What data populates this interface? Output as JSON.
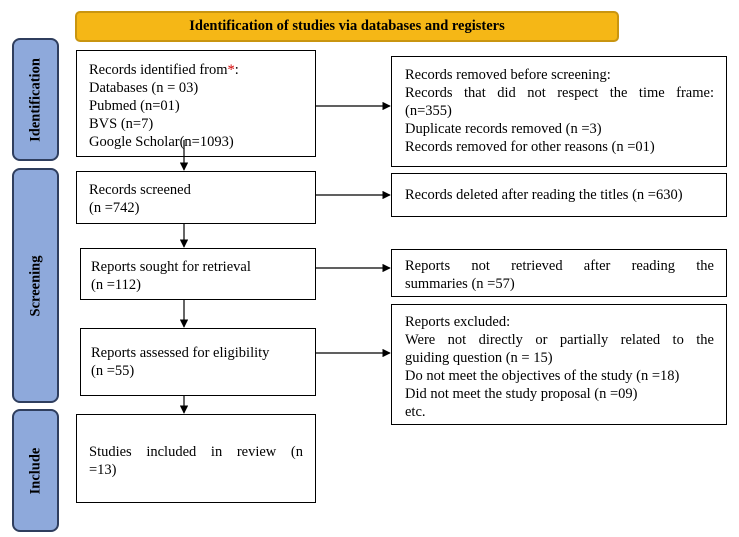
{
  "banner": "Identification of studies via databases and registers",
  "stages": {
    "identification": "Identification",
    "screening": "Screening",
    "include": "Include"
  },
  "identified": {
    "line1": "Records identified from",
    "asterisk": "*",
    "colon": ":",
    "databases": "Databases (n = 03)",
    "pubmed": "Pubmed (n=01)",
    "bvs": "BVS (n=7)",
    "scholar": "Google Scholar(n=1093)"
  },
  "removed": {
    "title": "Records removed before screening:",
    "time_frame_a": "Records that did not respect the time frame:",
    "time_frame_b": "(n=355)",
    "duplicates": "Duplicate records removed (n =3)",
    "other": "Records removed for other reasons (n =01)"
  },
  "screened": {
    "label": "Records screened",
    "count": "(n =742)"
  },
  "deleted": {
    "label": "Records deleted after reading the titles (n =630)"
  },
  "sought": {
    "label": "Reports sought for retrieval",
    "count": "(n =112)"
  },
  "not_retrieved": {
    "line1": "Reports not retrieved after reading the",
    "line2": "summaries (n =57)"
  },
  "assessed": {
    "label": "Reports assessed for eligibility",
    "count": "(n =55)"
  },
  "excluded": {
    "title": "Reports excluded:",
    "reason1a": "Were not directly or partially related to the",
    "reason1b": "guiding question (n = 15)",
    "reason2": "Do not meet the objectives of the study (n =18)",
    "reason3": "Did not meet the study proposal (n =09)",
    "etc": "etc."
  },
  "included": {
    "line1": "Studies included in review (n",
    "line2": "=13)"
  }
}
